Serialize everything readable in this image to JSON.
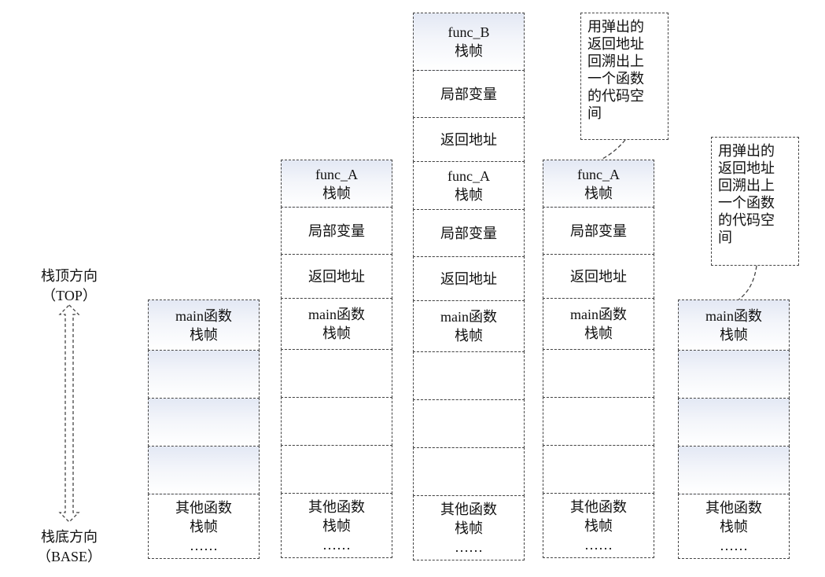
{
  "axis": {
    "top_label": "栈顶方向",
    "top_sub": "（TOP）",
    "base_label": "栈底方向",
    "base_sub": "（BASE）"
  },
  "stacks": [
    {
      "id": "stack-1",
      "frames": [
        {
          "name": "main-frame",
          "lines": [
            "main函数",
            "栈帧"
          ],
          "shaded": true
        },
        {
          "name": "empty-slot",
          "lines": [],
          "shaded": true
        },
        {
          "name": "empty-slot",
          "lines": [],
          "shaded": true
        },
        {
          "name": "empty-slot",
          "lines": [],
          "shaded": true
        },
        {
          "name": "other-frames",
          "lines": [
            "其他函数",
            "栈帧",
            "……"
          ],
          "shaded": false
        }
      ]
    },
    {
      "id": "stack-2",
      "frames": [
        {
          "name": "func-a-frame",
          "lines": [
            "func_A",
            "栈帧"
          ],
          "shaded": true
        },
        {
          "name": "local-vars",
          "lines": [
            "局部变量"
          ],
          "shaded": false
        },
        {
          "name": "return-address",
          "lines": [
            "返回地址"
          ],
          "shaded": false
        },
        {
          "name": "main-frame",
          "lines": [
            "main函数",
            "栈帧"
          ],
          "shaded": false
        },
        {
          "name": "empty-slot",
          "lines": [],
          "shaded": false
        },
        {
          "name": "empty-slot",
          "lines": [],
          "shaded": false
        },
        {
          "name": "empty-slot",
          "lines": [],
          "shaded": false
        },
        {
          "name": "other-frames",
          "lines": [
            "其他函数",
            "栈帧",
            "……"
          ],
          "shaded": false
        }
      ]
    },
    {
      "id": "stack-3",
      "frames": [
        {
          "name": "func-b-frame",
          "lines": [
            "func_B",
            "栈帧"
          ],
          "shaded": true
        },
        {
          "name": "local-vars",
          "lines": [
            "局部变量"
          ],
          "shaded": false
        },
        {
          "name": "return-address",
          "lines": [
            "返回地址"
          ],
          "shaded": false
        },
        {
          "name": "func-a-frame",
          "lines": [
            "func_A",
            "栈帧"
          ],
          "shaded": false
        },
        {
          "name": "local-vars",
          "lines": [
            "局部变量"
          ],
          "shaded": false
        },
        {
          "name": "return-address",
          "lines": [
            "返回地址"
          ],
          "shaded": false
        },
        {
          "name": "main-frame",
          "lines": [
            "main函数",
            "栈帧"
          ],
          "shaded": false
        },
        {
          "name": "empty-slot",
          "lines": [],
          "shaded": false
        },
        {
          "name": "empty-slot",
          "lines": [],
          "shaded": false
        },
        {
          "name": "empty-slot",
          "lines": [],
          "shaded": false
        },
        {
          "name": "other-frames",
          "lines": [
            "其他函数",
            "栈帧",
            "……"
          ],
          "shaded": false
        }
      ]
    },
    {
      "id": "stack-4",
      "frames": [
        {
          "name": "func-a-frame",
          "lines": [
            "func_A",
            "栈帧"
          ],
          "shaded": true
        },
        {
          "name": "local-vars",
          "lines": [
            "局部变量"
          ],
          "shaded": false
        },
        {
          "name": "return-address",
          "lines": [
            "返回地址"
          ],
          "shaded": false
        },
        {
          "name": "main-frame",
          "lines": [
            "main函数",
            "栈帧"
          ],
          "shaded": false
        },
        {
          "name": "empty-slot",
          "lines": [],
          "shaded": false
        },
        {
          "name": "empty-slot",
          "lines": [],
          "shaded": false
        },
        {
          "name": "empty-slot",
          "lines": [],
          "shaded": false
        },
        {
          "name": "other-frames",
          "lines": [
            "其他函数",
            "栈帧",
            "……"
          ],
          "shaded": false
        }
      ]
    },
    {
      "id": "stack-5",
      "frames": [
        {
          "name": "main-frame",
          "lines": [
            "main函数",
            "栈帧"
          ],
          "shaded": true
        },
        {
          "name": "empty-slot",
          "lines": [],
          "shaded": true
        },
        {
          "name": "empty-slot",
          "lines": [],
          "shaded": true
        },
        {
          "name": "empty-slot",
          "lines": [],
          "shaded": true
        },
        {
          "name": "other-frames",
          "lines": [
            "其他函数",
            "栈帧",
            "……"
          ],
          "shaded": false
        }
      ]
    }
  ],
  "callouts": [
    {
      "id": "callout-1",
      "lines": [
        "用弹出的",
        "返回地址",
        "回溯出上",
        "一个函数",
        "的代码空",
        "间"
      ]
    },
    {
      "id": "callout-2",
      "lines": [
        "用弹出的",
        "返回地址",
        "回溯出上",
        "一个函数",
        "的代码空",
        "间"
      ]
    }
  ],
  "colors": {
    "border": "#444444",
    "shade_top": "#e3e8f4"
  }
}
